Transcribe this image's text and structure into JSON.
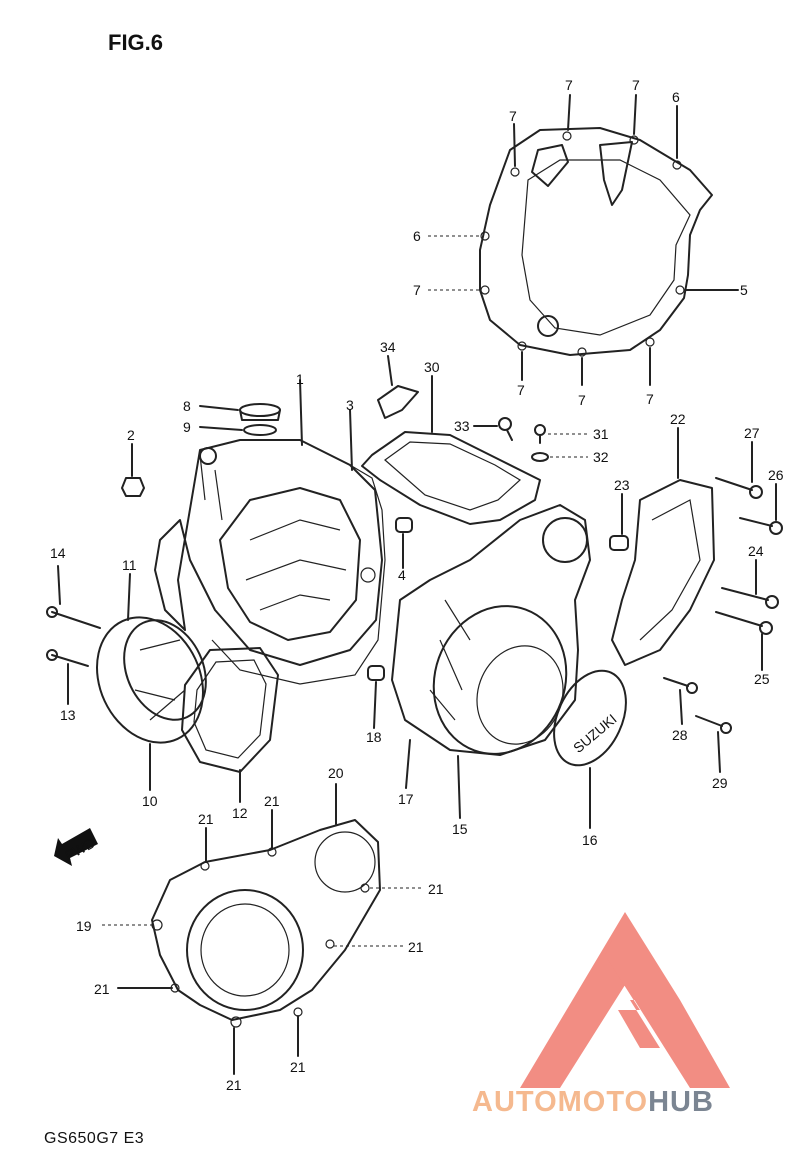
{
  "figure": {
    "title": "FIG.6",
    "model_code": "GS650G7 E3"
  },
  "watermark": {
    "part1": "AUTOMOTO",
    "part2": "HUB",
    "color_primary": "#f07a6e",
    "color_secondary": "#7b8592"
  },
  "fwd_arrow": {
    "label": "FWD"
  },
  "brand_mark": {
    "label": "SUZUKI"
  },
  "callouts": {
    "c1": "1",
    "c2": "2",
    "c3": "3",
    "c4": "4",
    "c5": "5",
    "c6a": "6",
    "c6b": "6",
    "c7a": "7",
    "c7b": "7",
    "c7c": "7",
    "c7d": "7",
    "c7e": "7",
    "c7f": "7",
    "c7g": "7",
    "c8": "8",
    "c9": "9",
    "c10": "10",
    "c11": "11",
    "c12": "12",
    "c13": "13",
    "c14": "14",
    "c15": "15",
    "c16": "16",
    "c17": "17",
    "c18": "18",
    "c19": "19",
    "c20": "20",
    "c21a": "21",
    "c21b": "21",
    "c21c": "21",
    "c21d": "21",
    "c21e": "21",
    "c21f": "21",
    "c21g": "21",
    "c22": "22",
    "c23": "23",
    "c24": "24",
    "c25": "25",
    "c26": "26",
    "c27": "27",
    "c28": "28",
    "c29": "29",
    "c30": "30",
    "c31": "31",
    "c32": "32",
    "c33": "33",
    "c34": "34"
  }
}
